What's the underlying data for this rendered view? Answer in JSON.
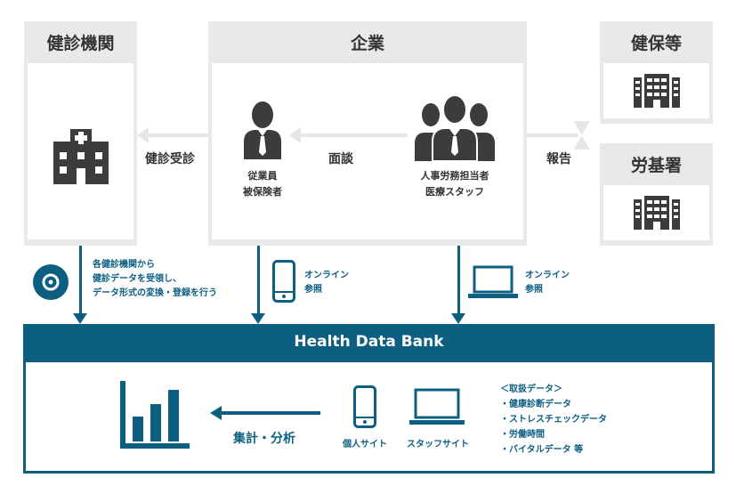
{
  "colors": {
    "accent": "#0d5f82",
    "panel": "#e9e9e9",
    "icon": "#3c3c3c",
    "arrow_gray": "#e6e6e6"
  },
  "kenshin": {
    "title": "健診機関",
    "icon": "hospital-icon"
  },
  "kigyo": {
    "title": "企業",
    "employee": {
      "line1": "従業員",
      "line2": "被保険者",
      "icon": "employee-icon"
    },
    "staff": {
      "line1": "人事労務担当者",
      "line2": "医療スタッフ",
      "icon": "staff-group-icon"
    },
    "mendan": "面談"
  },
  "kenshin_jushin": "健診受診",
  "hokoku": "報告",
  "kenpo": {
    "title": "健保等",
    "icon": "building-icon"
  },
  "roukisho": {
    "title": "労基署",
    "icon": "building-icon"
  },
  "disc_note": {
    "lines": [
      "各健診機関から",
      "健診データを受領し、",
      "データ形式の変換・登録を行う"
    ],
    "icon": "disc-icon"
  },
  "online_phone": {
    "lines": [
      "オンライン",
      "参照"
    ],
    "icon": "smartphone-icon"
  },
  "online_laptop": {
    "lines": [
      "オンライン",
      "参照"
    ],
    "icon": "laptop-icon"
  },
  "bank": {
    "title": "Health Data Bank",
    "analysis_label": "集計・分析",
    "personal_site": "個人サイト",
    "staff_site": "スタッフサイト",
    "data_header": "＜取扱データ＞",
    "data_items": [
      "・健康診断データ",
      "・ストレスチェックデータ",
      "・労働時間",
      "・バイタルデータ 等"
    ]
  }
}
